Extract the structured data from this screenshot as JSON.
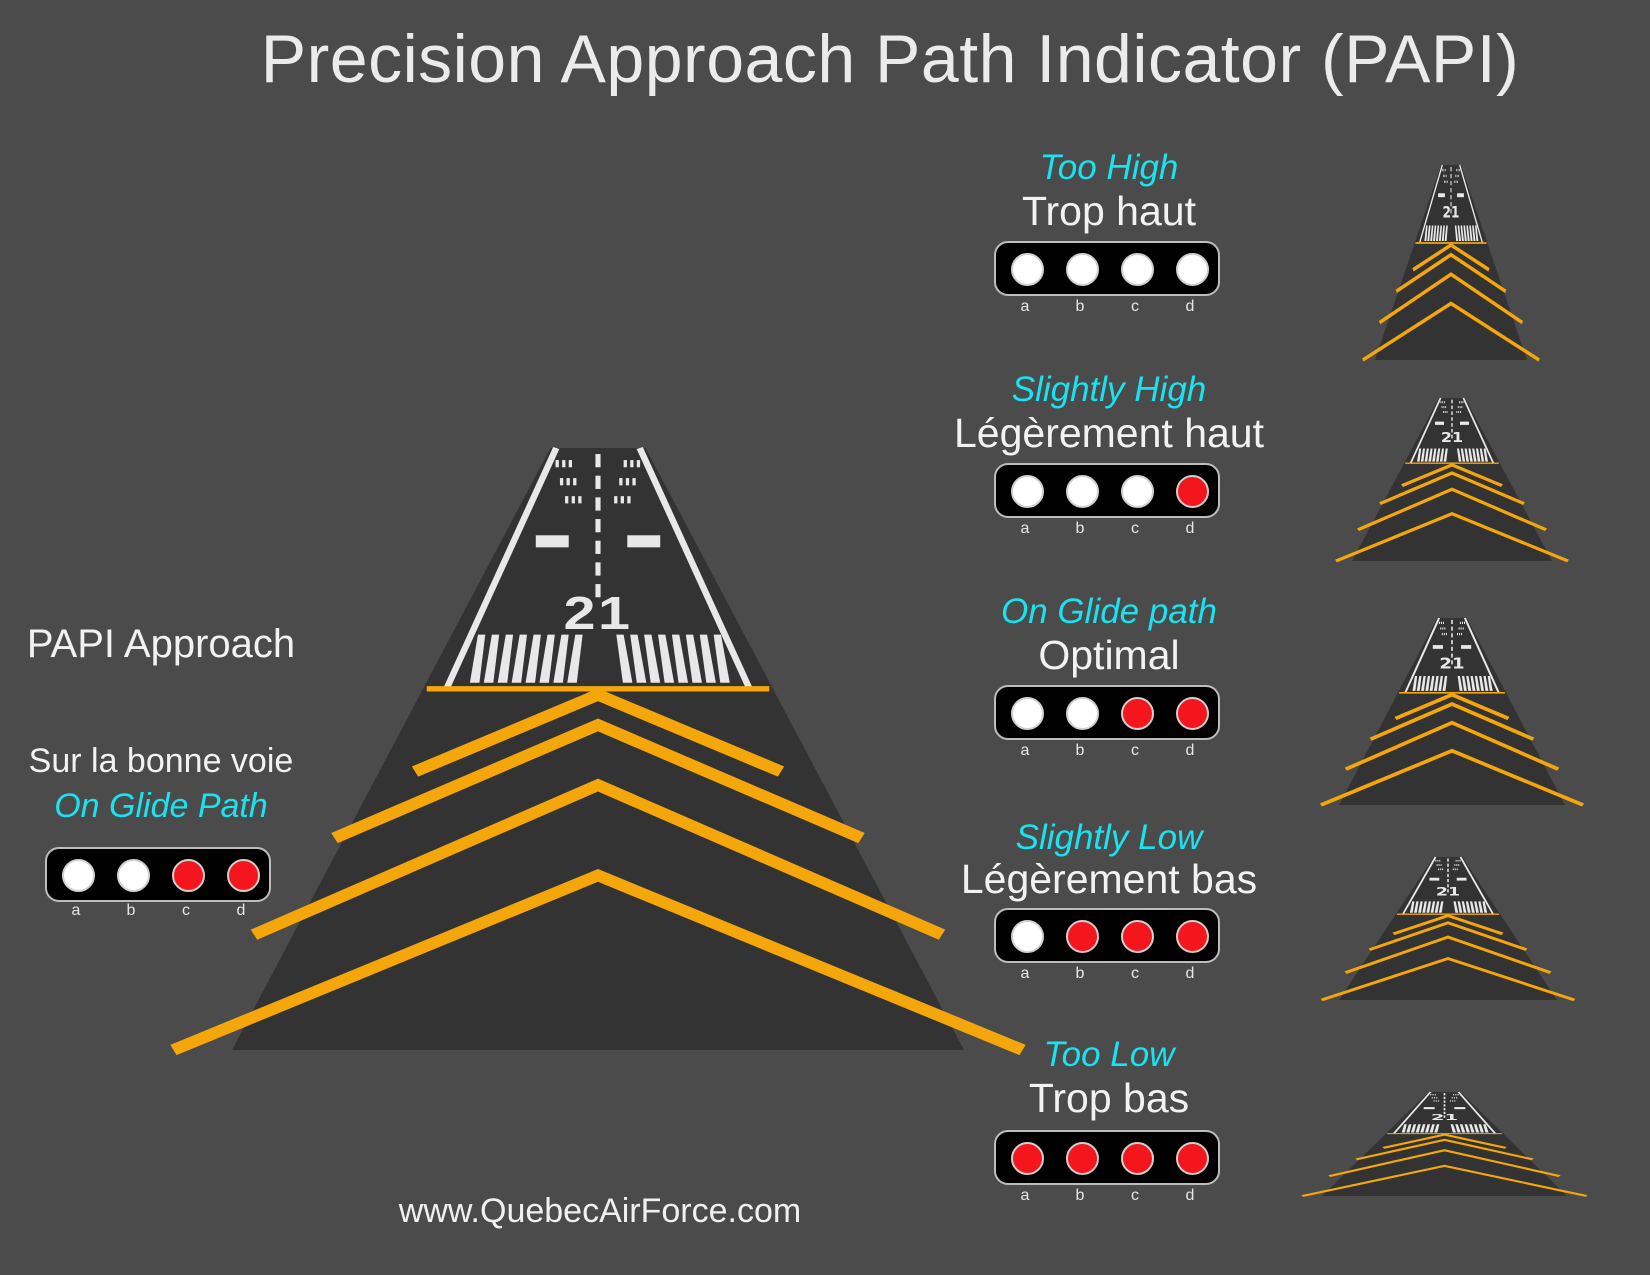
{
  "title": "Precision Approach Path Indicator (PAPI)",
  "left_panel": {
    "heading": "PAPI Approach",
    "state_fr": "Sur la bonne voie",
    "state_en": "On Glide Path",
    "lights": [
      "white",
      "white",
      "red",
      "red"
    ]
  },
  "lamp_labels": [
    "a",
    "b",
    "c",
    "d"
  ],
  "runway_number": "21",
  "states": [
    {
      "en": "Too High",
      "fr": "Trop haut",
      "lights": [
        "white",
        "white",
        "white",
        "white"
      ]
    },
    {
      "en": "Slightly High",
      "fr": "Légèrement haut",
      "lights": [
        "white",
        "white",
        "white",
        "red"
      ]
    },
    {
      "en": "On Glide path",
      "fr": "Optimal",
      "lights": [
        "white",
        "white",
        "red",
        "red"
      ]
    },
    {
      "en": "Slightly Low",
      "fr": "Légèrement bas",
      "lights": [
        "white",
        "red",
        "red",
        "red"
      ]
    },
    {
      "en": "Too Low",
      "fr": "Trop bas",
      "lights": [
        "red",
        "red",
        "red",
        "red"
      ]
    }
  ],
  "footer": "www.QuebecAirForce.com",
  "colors": {
    "background": "#4b4b4b",
    "runway": "#333333",
    "chevron": "#f5a60b",
    "light_white": "#ffffff",
    "light_red": "#f5161d",
    "english_text": "#19e3f0",
    "french_text": "#f2f2f2"
  }
}
